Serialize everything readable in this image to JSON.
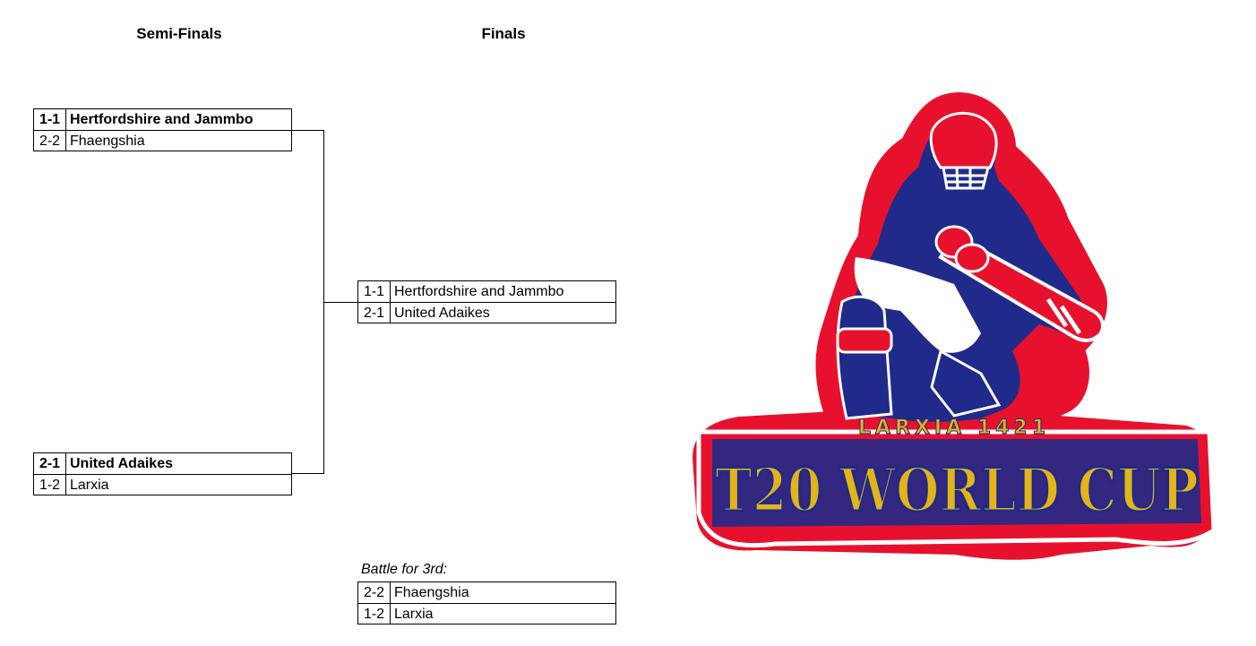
{
  "headers": {
    "semifinals": "Semi-Finals",
    "finals": "Finals"
  },
  "semifinal_1": {
    "top": {
      "seed": "1-1",
      "team": "Hertfordshire and Jammbo"
    },
    "bottom": {
      "seed": "2-2",
      "team": "Fhaengshia"
    }
  },
  "semifinal_2": {
    "top": {
      "seed": "2-1",
      "team": "United Adaikes"
    },
    "bottom": {
      "seed": "1-2",
      "team": "Larxia"
    }
  },
  "final": {
    "top": {
      "seed": "1-1",
      "team": "Hertfordshire and Jammbo"
    },
    "bottom": {
      "seed": "2-1",
      "team": "United Adaikes"
    }
  },
  "third_place": {
    "label": "Battle for 3rd:",
    "top": {
      "seed": "2-2",
      "team": "Fhaengshia"
    },
    "bottom": {
      "seed": "1-2",
      "team": "Larxia"
    }
  },
  "logo": {
    "subtitle": "LARXIA 1421",
    "title": "T20 WORLD CUP",
    "colors": {
      "outline_red": "#e8112d",
      "navy": "#1f2a8a",
      "gold": "#e3b417",
      "white": "#ffffff"
    }
  }
}
